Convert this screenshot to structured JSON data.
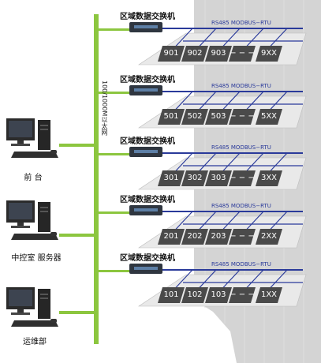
{
  "colors": {
    "backbone": "#8cc63f",
    "bus": "#2a3a9a",
    "floor": "#e9e9e9",
    "building": "#d4d4d4",
    "room": "#4a4a4a"
  },
  "backbone": {
    "label": "100/1000M以太网"
  },
  "pcs": [
    {
      "label": "前 台",
      "icon": "desktop-computer-icon"
    },
    {
      "label": "中控室 服务器",
      "icon": "desktop-computer-icon"
    },
    {
      "label": "运维部",
      "icon": "desktop-computer-icon"
    }
  ],
  "floors": [
    {
      "switch_label": "区域数据交换机",
      "bus_label": "RS485 MODBUS−RTU",
      "rooms": [
        "901",
        "902",
        "903",
        "− − −",
        "9XX"
      ]
    },
    {
      "switch_label": "区域数据交换机",
      "bus_label": "RS485 MODBUS−RTU",
      "rooms": [
        "501",
        "502",
        "503",
        "− − −",
        "5XX"
      ]
    },
    {
      "switch_label": "区域数据交换机",
      "bus_label": "RS485 MODBUS−RTU",
      "rooms": [
        "301",
        "302",
        "303",
        "− − −",
        "3XX"
      ]
    },
    {
      "switch_label": "区域数据交换机",
      "bus_label": "RS485 MODBUS−RTU",
      "rooms": [
        "201",
        "202",
        "203",
        "− − −",
        "2XX"
      ]
    },
    {
      "switch_label": "区域数据交换机",
      "bus_label": "RS485 MODBUS−RTU",
      "rooms": [
        "101",
        "102",
        "103",
        "− − −",
        "1XX"
      ]
    }
  ]
}
